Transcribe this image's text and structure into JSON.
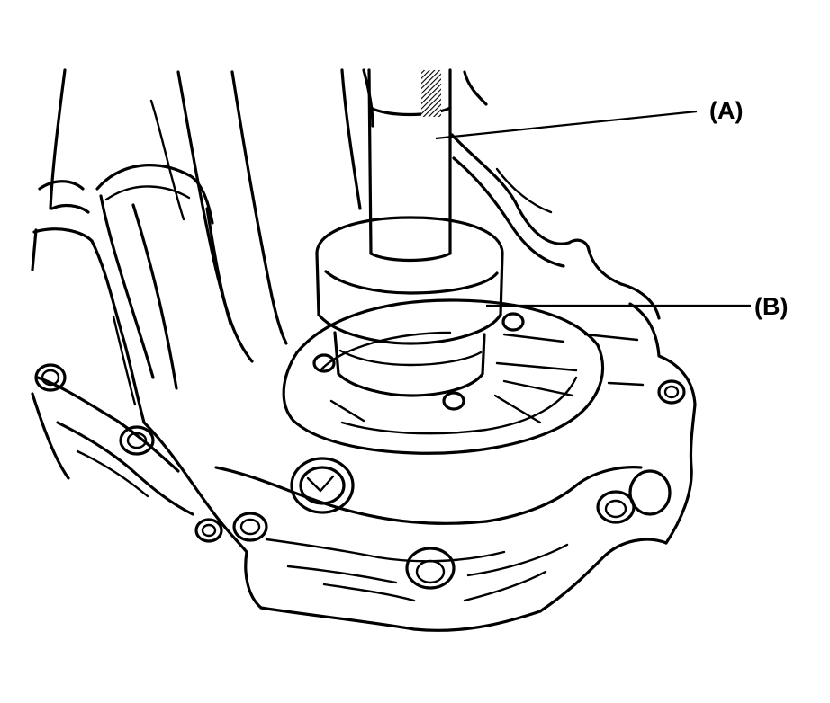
{
  "callouts": [
    {
      "id": "A",
      "text": "(A)"
    },
    {
      "id": "B",
      "text": "(B)"
    }
  ],
  "colors": {
    "ink": "#000000",
    "paper": "#ffffff"
  }
}
